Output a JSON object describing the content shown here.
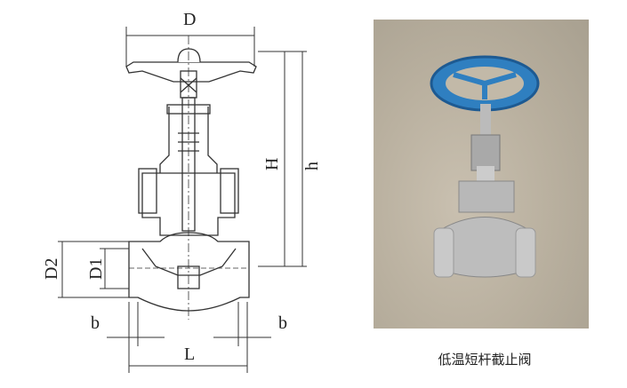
{
  "drawing": {
    "labels": {
      "D": "D",
      "H": "H",
      "h": "h",
      "D2": "D2",
      "D1": "D1",
      "b_left": "b",
      "b_right": "b",
      "L": "L"
    }
  },
  "photo": {
    "wheel_color": "#2f7fc0"
  },
  "caption": "低温短杆截止阀"
}
